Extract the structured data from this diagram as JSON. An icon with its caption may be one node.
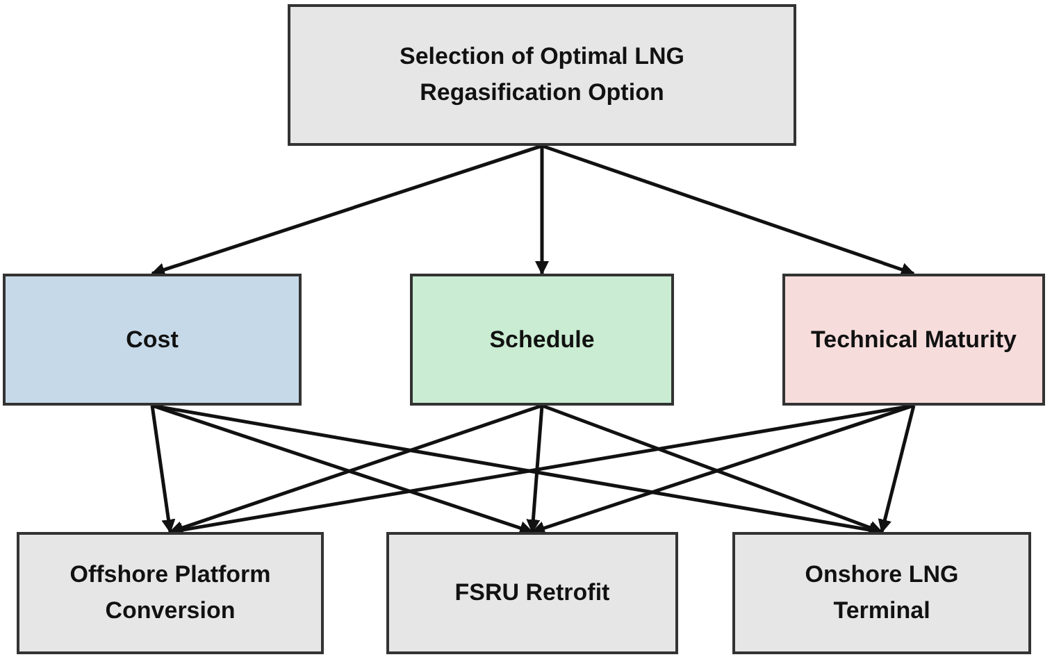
{
  "diagram": {
    "nodes": [
      {
        "text": [
          "Selection of Optimal LNG Regasification Option"
        ]
      },
      {
        "text": [
          "Cost"
        ]
      },
      {
        "text": [
          "Schedule"
        ]
      },
      {
        "text": [
          "Technical Maturity"
        ]
      },
      {
        "text": [
          "Offshore Platform Conversion"
        ]
      },
      {
        "text": [
          "FSRU Retrofit"
        ]
      },
      {
        "text": [
          "Onshore LNG Terminal"
        ]
      }
    ],
    "edges": [
      {
        "from": 0,
        "to": 1,
        "arrow": "to"
      },
      {
        "from": 0,
        "to": 2,
        "arrow": "to"
      },
      {
        "from": 0,
        "to": 3,
        "arrow": "to"
      },
      {
        "from": 1,
        "to": 4,
        "arrow": "to"
      },
      {
        "from": 1,
        "to": 5,
        "arrow": "to"
      },
      {
        "from": 1,
        "to": 6,
        "arrow": "to"
      },
      {
        "from": 2,
        "to": 4,
        "arrow": "to"
      },
      {
        "from": 2,
        "to": 5,
        "arrow": "to"
      },
      {
        "from": 2,
        "to": 6,
        "arrow": "to"
      },
      {
        "from": 3,
        "to": 4,
        "arrow": "to"
      },
      {
        "from": 3,
        "to": 5,
        "arrow": "to"
      },
      {
        "from": 3,
        "to": 6,
        "arrow": "to"
      }
    ]
  }
}
